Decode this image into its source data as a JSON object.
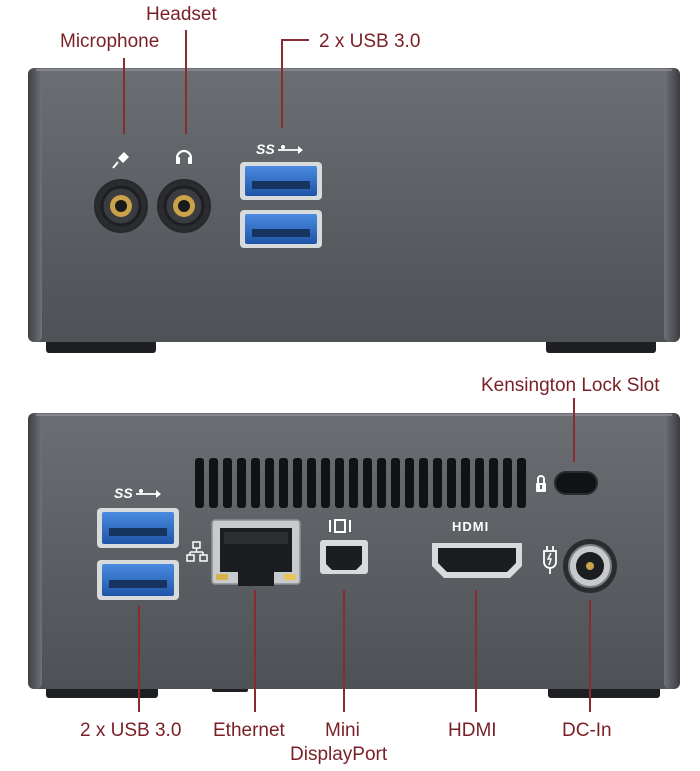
{
  "front_panel": {
    "labels": {
      "headset": "Headset",
      "microphone": "Microphone",
      "usb": "2 x USB 3.0"
    },
    "usb_logo": "SS"
  },
  "rear_panel": {
    "labels": {
      "kensington": "Kensington Lock Slot",
      "usb": "2 x USB 3.0",
      "ethernet": "Ethernet",
      "mini_dp_line1": "Mini",
      "mini_dp_line2": "DisplayPort",
      "hdmi": "HDMI",
      "dc_in": "DC-In"
    },
    "usb_logo": "SS",
    "hdmi_logo": "HDMI"
  },
  "colors": {
    "label": "#7a1f25",
    "chassis": "#5e6166",
    "usb_blue": "#2f6fc7"
  },
  "icons": [
    "microphone-icon",
    "headphone-icon",
    "usb-icon",
    "network-icon",
    "displayport-icon",
    "lock-icon",
    "power-plug-icon"
  ]
}
